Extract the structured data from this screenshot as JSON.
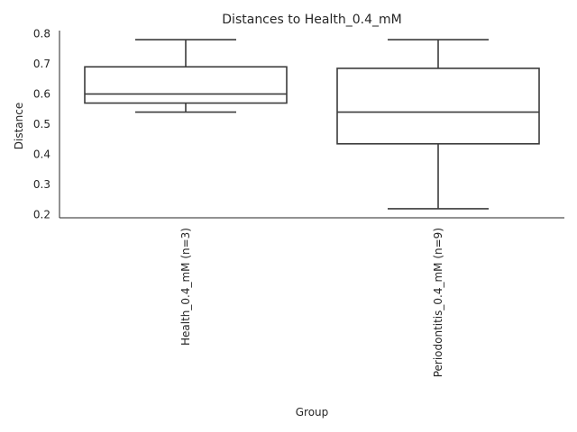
{
  "chart_data": {
    "type": "box",
    "title": "Distances to Health_0.4_mM",
    "xlabel": "Group",
    "ylabel": "Distance",
    "ylim": [
      0.19,
      0.81
    ],
    "yticks": [
      "0.2",
      "0.3",
      "0.4",
      "0.5",
      "0.6",
      "0.7",
      "0.8"
    ],
    "grid": false,
    "categories": [
      "Health_0.4_mM (n=3)",
      "Periodontitis_0.4_mM (n=9)"
    ],
    "boxes": [
      {
        "category": "Health_0.4_mM (n=3)",
        "whisker_low": 0.54,
        "q1": 0.57,
        "median": 0.6,
        "q3": 0.69,
        "whisker_high": 0.78
      },
      {
        "category": "Periodontitis_0.4_mM (n=9)",
        "whisker_low": 0.22,
        "q1": 0.435,
        "median": 0.54,
        "q3": 0.685,
        "whisker_high": 0.78
      }
    ]
  }
}
